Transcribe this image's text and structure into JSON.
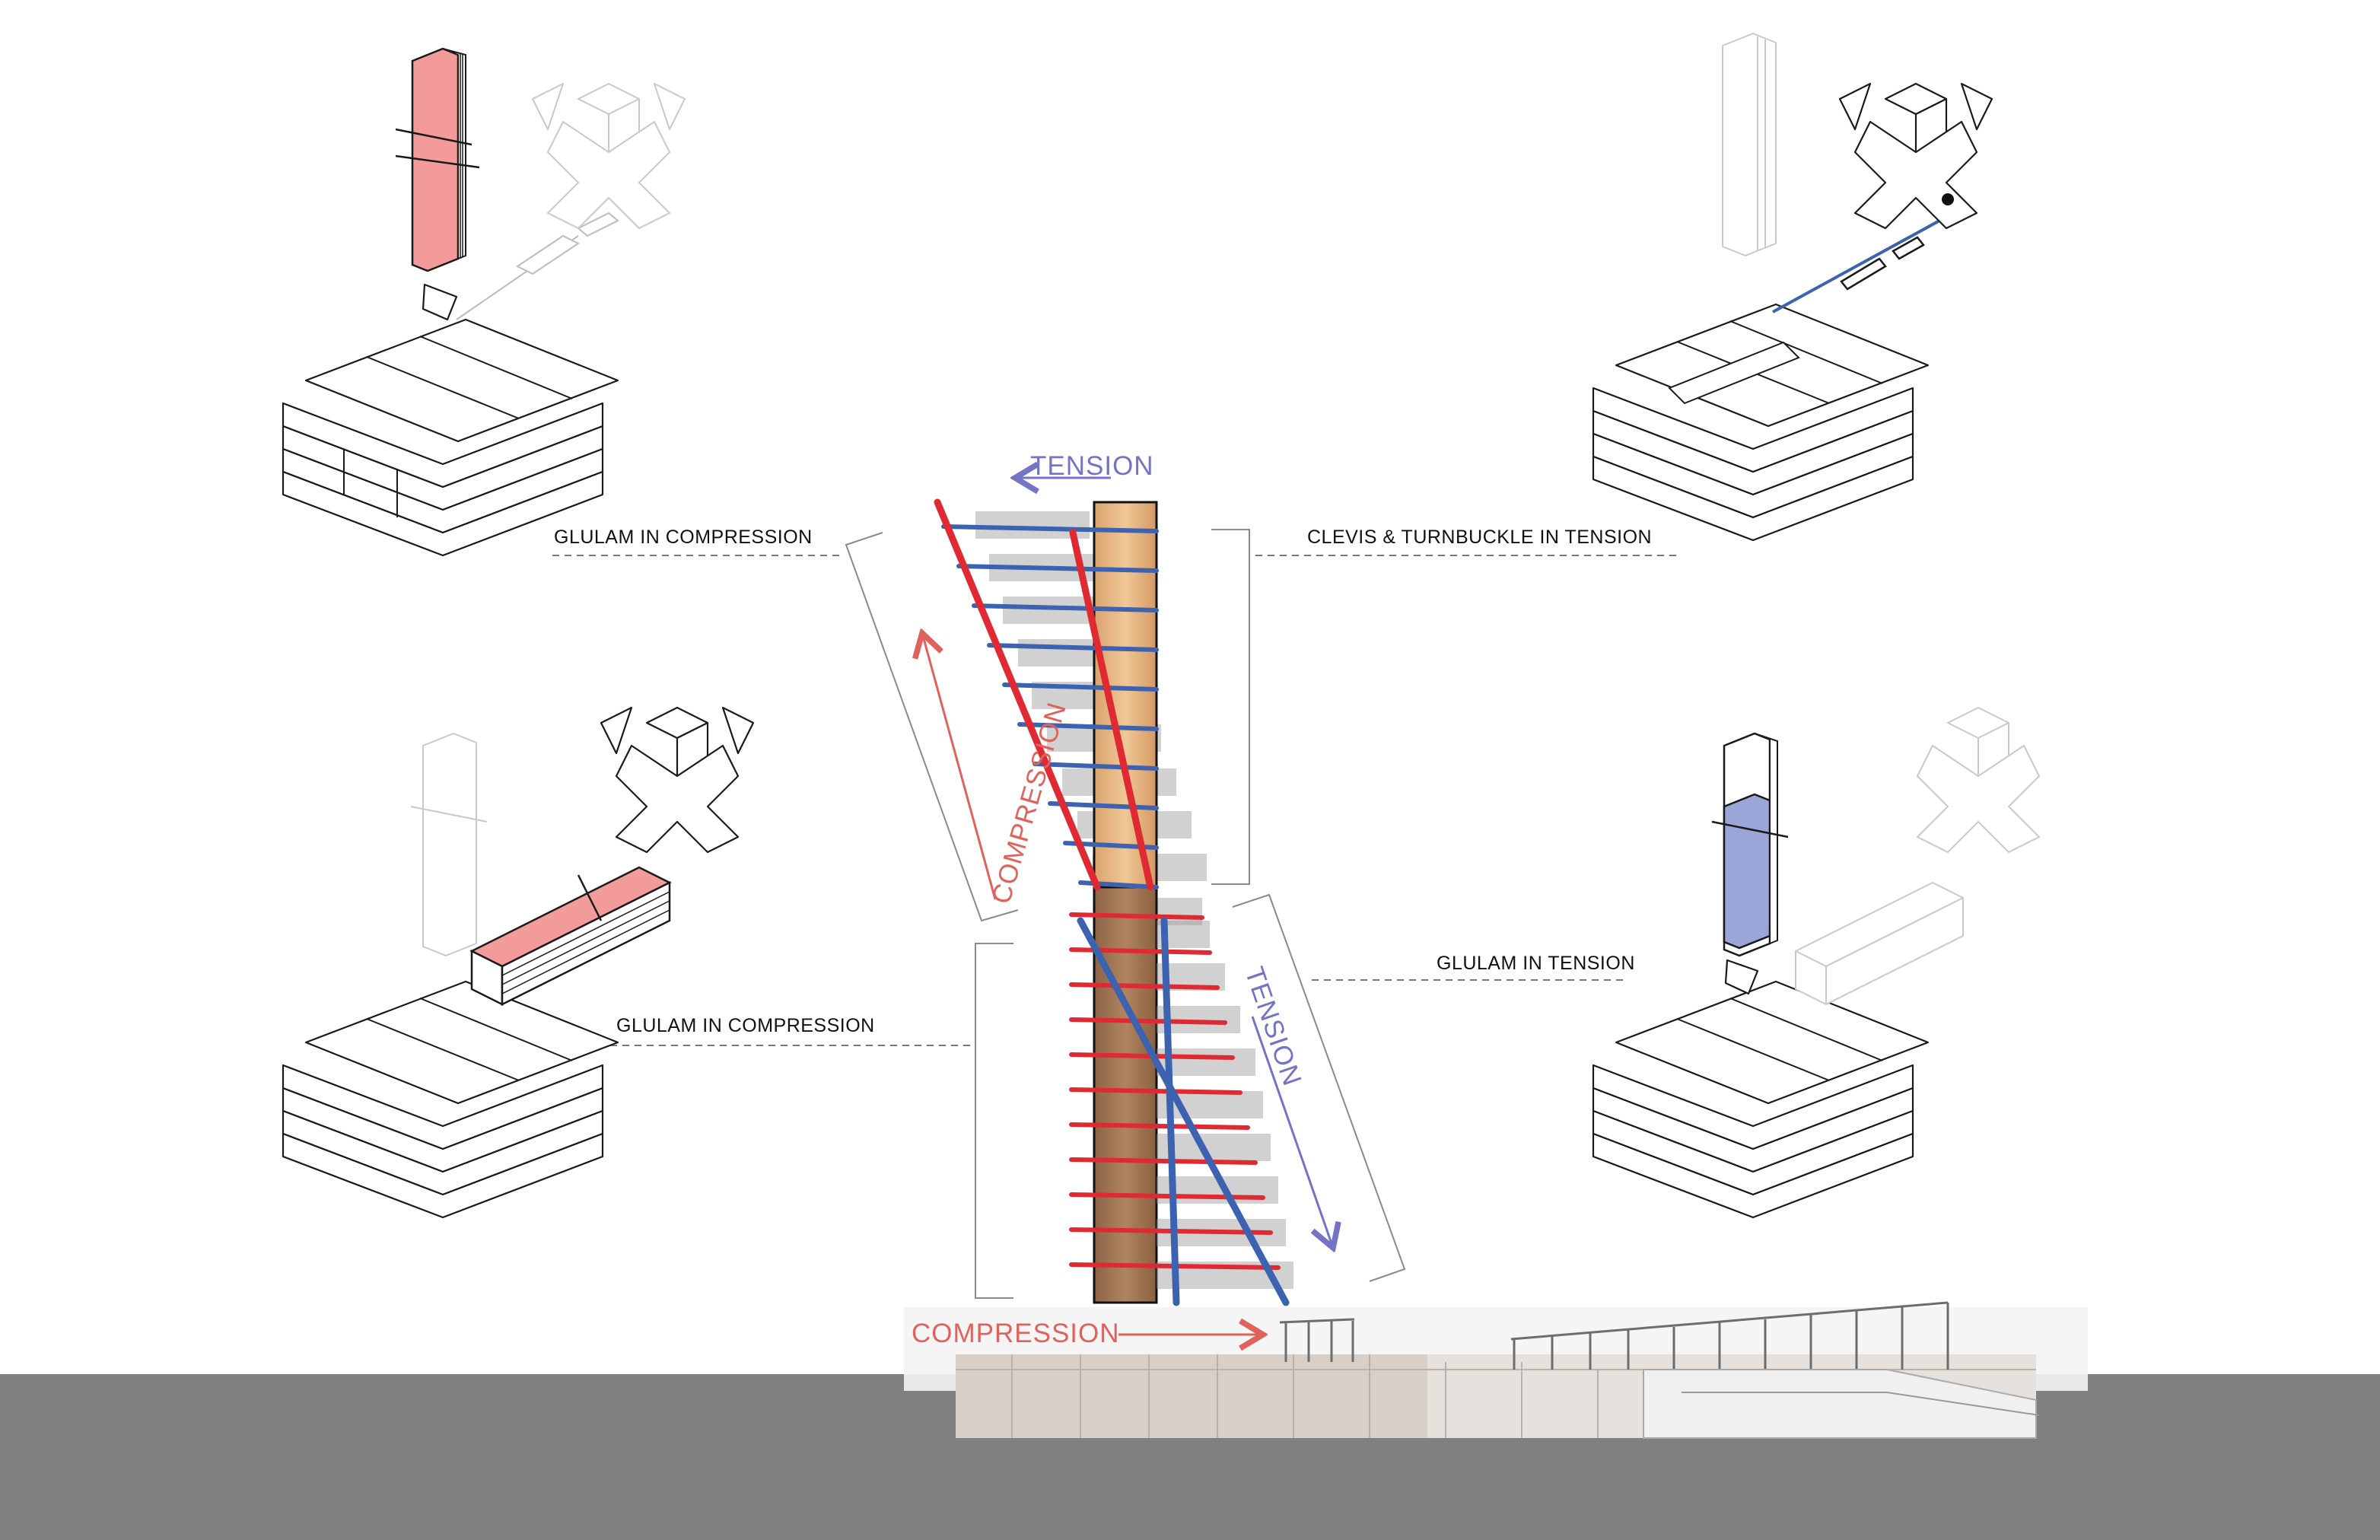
{
  "labels": {
    "top_left": "GLULAM IN COMPRESSION",
    "top_right": "CLEVIS & TURNBUCKLE IN TENSION",
    "bottom_left": "GLULAM IN COMPRESSION",
    "bottom_right": "GLULAM IN TENSION"
  },
  "forces": {
    "tension_top": "TENSION",
    "compression_upper": "COMPRESSION",
    "tension_lower": "TENSION",
    "compression_base": "COMPRESSION"
  },
  "colors": {
    "compression_red": "#e02a33",
    "tension_blue": "#3d62b0",
    "compression_text": "#e0625c",
    "tension_text": "#7474c4",
    "glulam_highlight_red": "#f2a0a0",
    "glulam_highlight_blue": "#9aa6d8",
    "timber_core": "#e8b988",
    "ground": "#808080"
  },
  "icons": {
    "top_left": "glulam-column-compression-icon",
    "top_right": "clevis-turnbuckle-tension-icon",
    "bottom_left": "glulam-beam-compression-icon",
    "bottom_right": "glulam-column-tension-icon"
  }
}
